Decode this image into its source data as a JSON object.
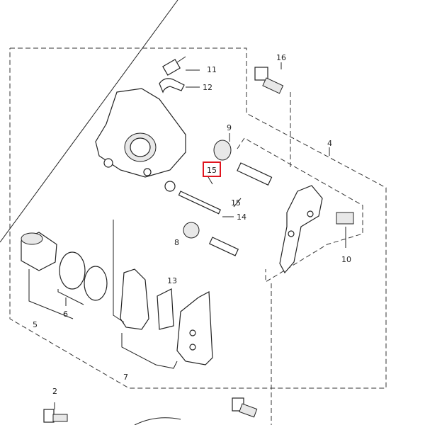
{
  "diagram": {
    "title": "Brake caliper exploded parts diagram",
    "callouts": {
      "c2": "2",
      "c4": "4",
      "c5": "5",
      "c6": "6",
      "c7": "7",
      "c8": "8",
      "c9": "9",
      "c10": "10",
      "c11": "11",
      "c12": "12",
      "c13": "13",
      "c14": "14",
      "c15a": "15",
      "c15b": "15",
      "c16": "16"
    },
    "highlighted_callout": "15",
    "highlight_color": "#e0141e"
  }
}
